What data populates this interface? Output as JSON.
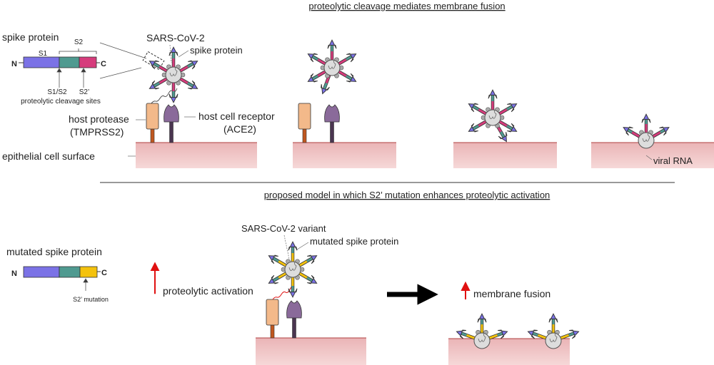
{
  "titles": {
    "top": "proteolytic cleavage mediates membrane fusion",
    "bottom": "proposed model in which S2’ mutation enhances proteolytic activation"
  },
  "spike_diagram": {
    "title": "spike protein",
    "n_label": "N",
    "c_label": "C",
    "s1": "S1",
    "s2": "S2",
    "site1": "S1/S2",
    "site2": "S2’",
    "sites_caption": "proteolytic cleavage sites"
  },
  "labels": {
    "virus": "SARS-CoV-2",
    "spike": "spike protein",
    "protease": "host protease",
    "protease_name": "(TMPRSS2)",
    "receptor": "host cell receptor",
    "receptor_name": "(ACE2)",
    "surface": "epithelial cell surface",
    "rna": "viral RNA"
  },
  "mutant": {
    "title": "mutated spike protein",
    "n_label": "N",
    "c_label": "C",
    "mutation": "S2’ mutation",
    "virus": "SARS-CoV-2 variant",
    "spike": "mutated spike protein",
    "activation": "proteolytic activation",
    "fusion": "membrane fusion"
  },
  "colors": {
    "s1": "#7b72e6",
    "s2": "#4f9a90",
    "s2prime": "#d63c7c",
    "mutation": "#f4c20d",
    "surface": "#f1c6c6",
    "protease": "#f3b98a",
    "receptor": "#8a6a9a",
    "increase_arrow": "#e01010"
  }
}
